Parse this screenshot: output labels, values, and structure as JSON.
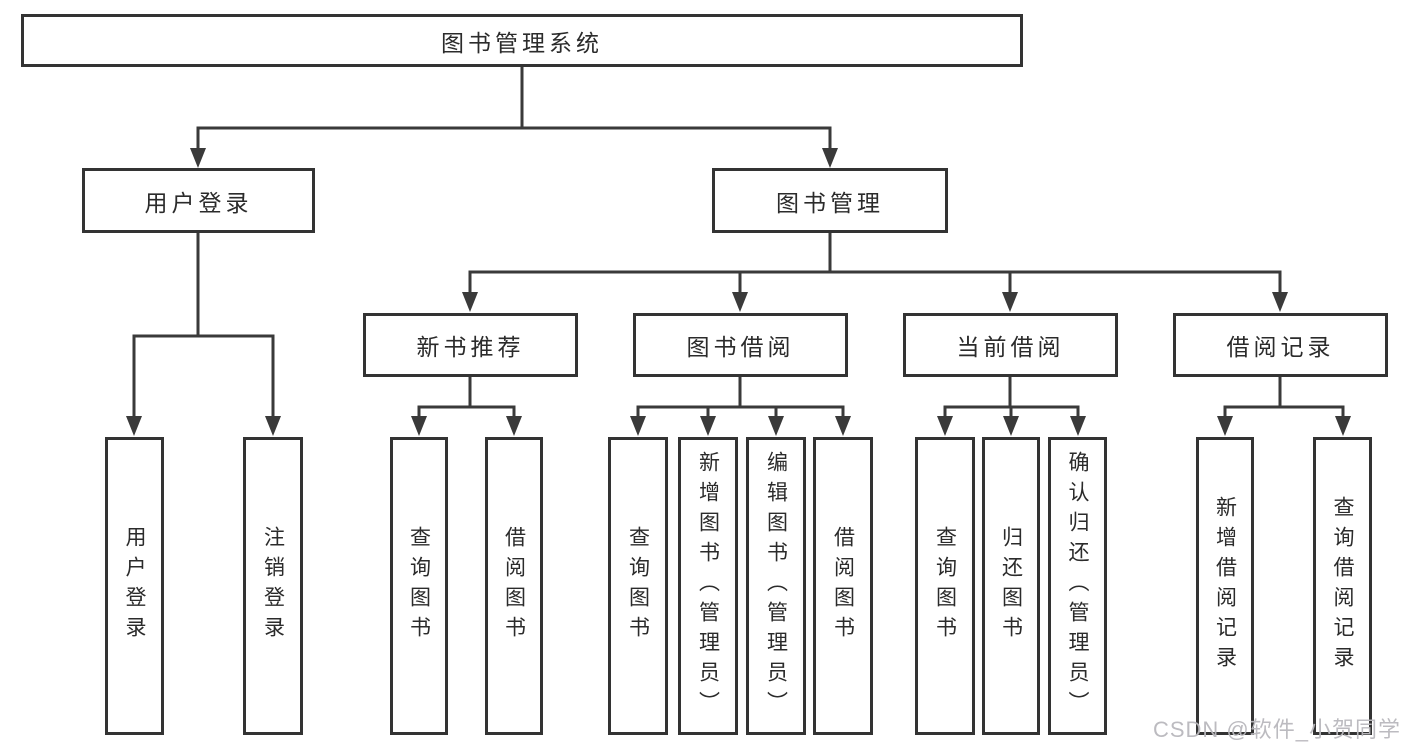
{
  "nodes": {
    "root": {
      "label": "图书管理系统"
    },
    "level2": [
      {
        "label": "用户登录"
      },
      {
        "label": "图书管理"
      }
    ],
    "level3": [
      {
        "label": "新书推荐"
      },
      {
        "label": "图书借阅"
      },
      {
        "label": "当前借阅"
      },
      {
        "label": "借阅记录"
      }
    ],
    "leaves": [
      {
        "label": "用户登录"
      },
      {
        "label": "注销登录"
      },
      {
        "label": "查询图书"
      },
      {
        "label": "借阅图书"
      },
      {
        "label": "查询图书"
      },
      {
        "label": "新增图书（管理员）"
      },
      {
        "label": "编辑图书（管理员）"
      },
      {
        "label": "借阅图书"
      },
      {
        "label": "查询图书"
      },
      {
        "label": "归还图书"
      },
      {
        "label": "确认归还（管理员）"
      },
      {
        "label": "新增借阅记录"
      },
      {
        "label": "查询借阅记录"
      }
    ]
  },
  "watermark": {
    "text": "CSDN @软件_小贺同学"
  },
  "colors": {
    "background": "#ffffff",
    "line": "#3a3a3a",
    "box_border": "#333333",
    "text": "#2b2b2b",
    "watermark": "#b9b8bd"
  }
}
